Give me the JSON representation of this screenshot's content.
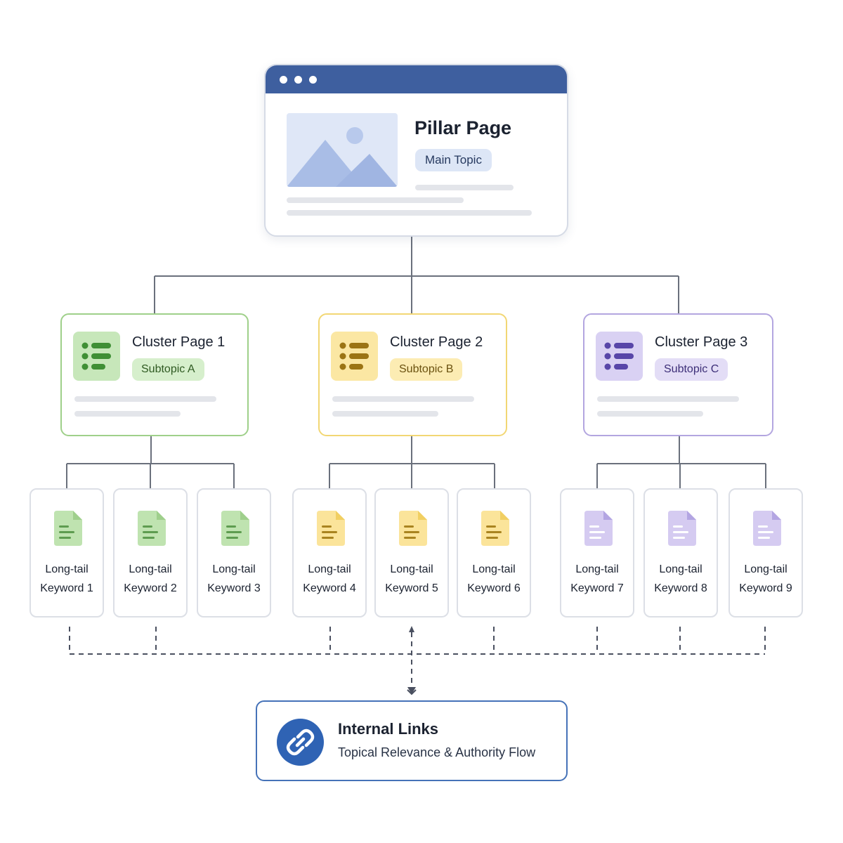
{
  "pillar": {
    "title": "Pillar Page",
    "badge": "Main Topic"
  },
  "clusters": [
    {
      "title": "Cluster Page 1",
      "badge": "Subtopic A",
      "accent": "#8fcf78",
      "tint": "#c5e6b8",
      "badge_bg": "#d6efcc",
      "badge_fg": "#2f5a22"
    },
    {
      "title": "Cluster Page 2",
      "badge": "Subtopic B",
      "accent": "#f3d56b",
      "tint": "#fae7a6",
      "badge_bg": "#fcec b3",
      "badge_fg": "#6b5210"
    },
    {
      "title": "Cluster Page 3",
      "badge": "Subtopic C",
      "accent": "#a796dc",
      "tint": "#d8d0f2",
      "badge_bg": "#e3ddf6",
      "badge_fg": "#3d2f78"
    }
  ],
  "keywords": [
    {
      "line1": "Long-tail",
      "line2": "Keyword 1"
    },
    {
      "line1": "Long-tail",
      "line2": "Keyword 2"
    },
    {
      "line1": "Long-tail",
      "line2": "Keyword 3"
    },
    {
      "line1": "Long-tail",
      "line2": "Keyword 4"
    },
    {
      "line1": "Long-tail",
      "line2": "Keyword 5"
    },
    {
      "line1": "Long-tail",
      "line2": "Keyword 6"
    },
    {
      "line1": "Long-tail",
      "line2": "Keyword 7"
    },
    {
      "line1": "Long-tail",
      "line2": "Keyword 8"
    },
    {
      "line1": "Long-tail",
      "line2": "Keyword 9"
    }
  ],
  "internal_links": {
    "title": "Internal Links",
    "subtitle": "Topical Relevance & Authority Flow",
    "icon": "chain-link-icon"
  },
  "colors": {
    "connector": "#5f6673",
    "pillar_bar": "#3e5f9f",
    "links_accent": "#2f63b4"
  }
}
